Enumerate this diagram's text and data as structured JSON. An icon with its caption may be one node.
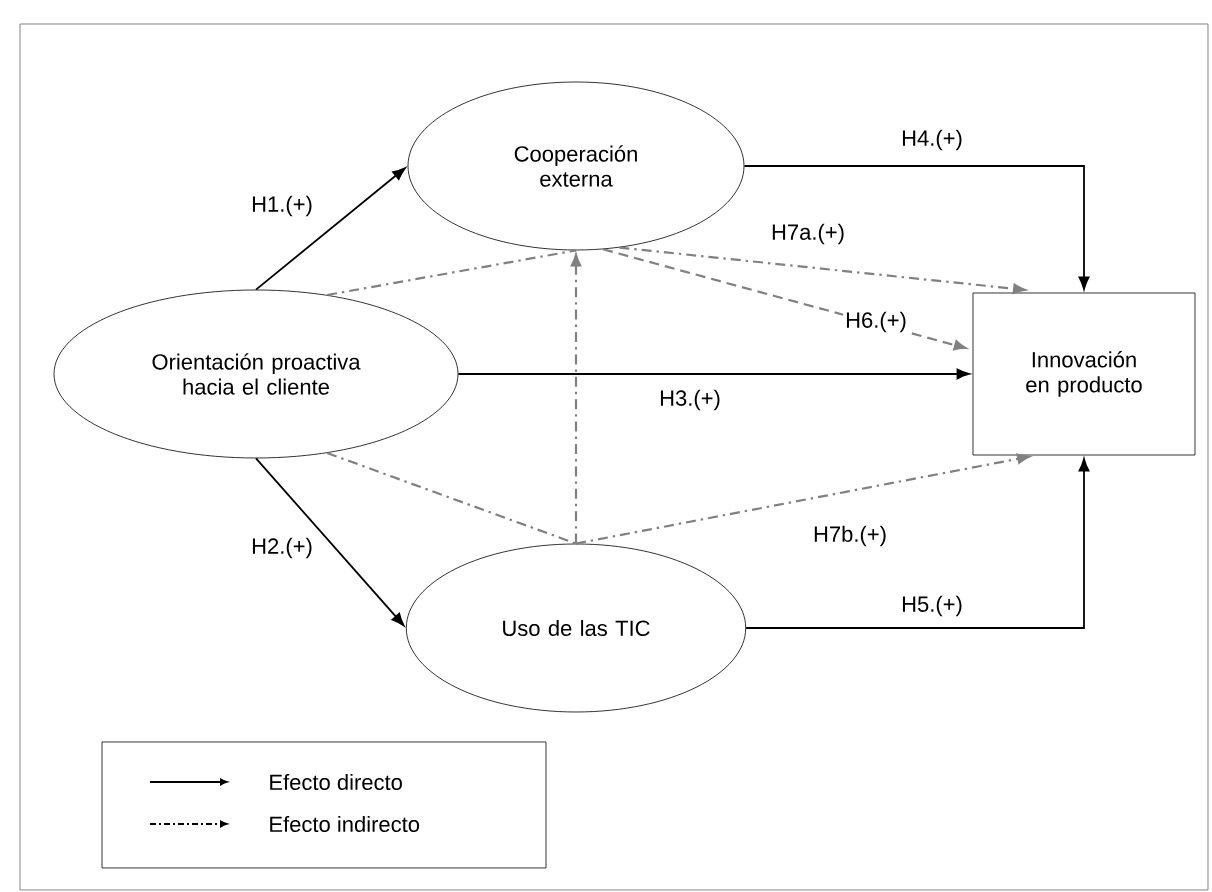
{
  "diagram": {
    "nodes": [
      {
        "text": [
          "Cooperación externa"
        ]
      },
      {
        "text": [
          "Orientación proactiva hacia el cliente"
        ]
      },
      {
        "text": [
          "Innovación en producto"
        ]
      },
      {
        "text": [
          "Uso de las TIC"
        ]
      }
    ],
    "edges": [
      {
        "from": 1,
        "to": 0,
        "arrow": "to",
        "label": "H1.(+)",
        "color": "#000000"
      },
      {
        "from": 1,
        "to": 3,
        "arrow": "to",
        "label": "H2.(+)",
        "color": "#000000"
      },
      {
        "from": 1,
        "to": 2,
        "arrow": "to",
        "label": "H3.(+)",
        "color": "#000000"
      },
      {
        "from": 0,
        "to": 2,
        "arrow": "to",
        "label": "H4.(+)",
        "color": "#000000"
      },
      {
        "from": 3,
        "to": 2,
        "arrow": "to",
        "label": "H5.(+)",
        "color": "#000000"
      },
      {
        "from": 0,
        "to": 2,
        "arrow": "to",
        "label": "H6.(+)",
        "style": "dashed"
      },
      {
        "from": 1,
        "to": 0,
        "arrow": "none",
        "style": "dashed"
      },
      {
        "from": 0,
        "to": 2,
        "arrow": "to",
        "label": "H7a.(+)",
        "style": "dashed"
      },
      {
        "from": 1,
        "to": 3,
        "arrow": "none",
        "style": "dashed"
      },
      {
        "from": 3,
        "to": 2,
        "arrow": "to",
        "label": "H7b.(+)",
        "style": "dashed"
      },
      {
        "from": 3,
        "to": 0,
        "arrow": "to",
        "style": "dashed"
      }
    ],
    "legend": [
      {
        "text": "Efecto directo"
      },
      {
        "text": "Efecto indirecto"
      }
    ]
  }
}
